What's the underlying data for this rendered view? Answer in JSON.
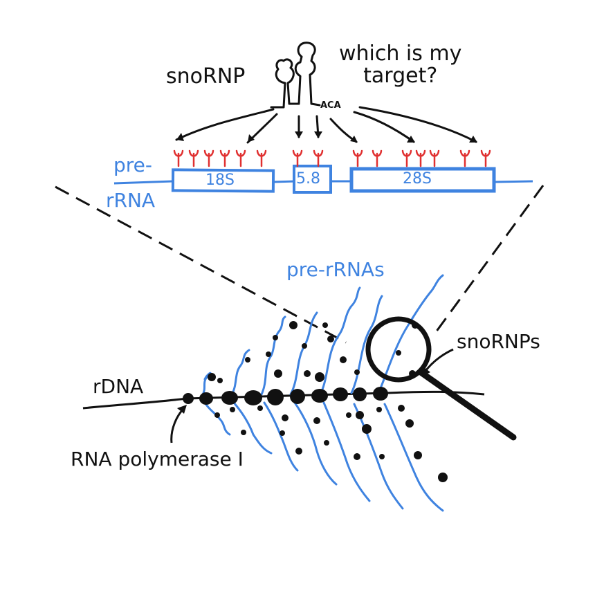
{
  "labels": {
    "snornp": "snoRNP",
    "question": "which is my\ntarget?",
    "aca": "ACA",
    "pre_rrna_top": "pre-",
    "pre_rrna_bottom": "rRNA",
    "box_18s": "18S",
    "box_58": "5.8",
    "box_28s": "28S",
    "pre_rrnas": "pre-rRNAs",
    "snornps": "snoRNPs",
    "rdna": "rDNA",
    "rna_pol": "RNA polymerase I"
  },
  "colors": {
    "ink": "#111111",
    "rna_blue": "#3f83e0",
    "modification_red": "#e03030"
  },
  "icons": [
    "snornp-hairpin-icon",
    "magnifying-glass-icon",
    "modification-site-icon"
  ]
}
